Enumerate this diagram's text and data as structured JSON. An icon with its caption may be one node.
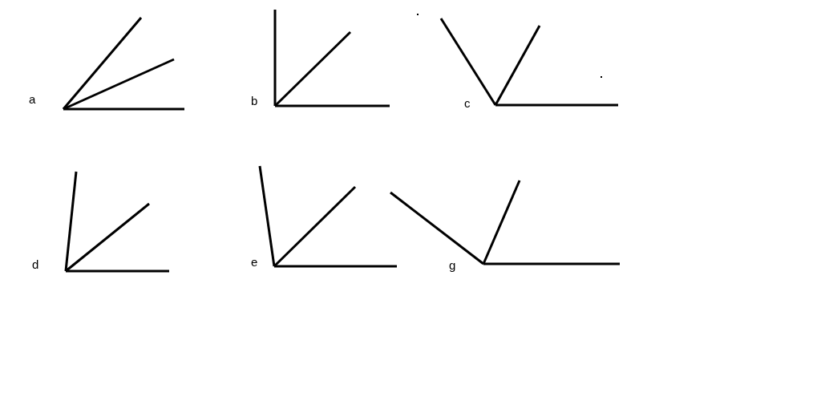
{
  "diagram": {
    "labels": [
      "a",
      "b",
      "c",
      "d",
      "e",
      "g"
    ]
  }
}
